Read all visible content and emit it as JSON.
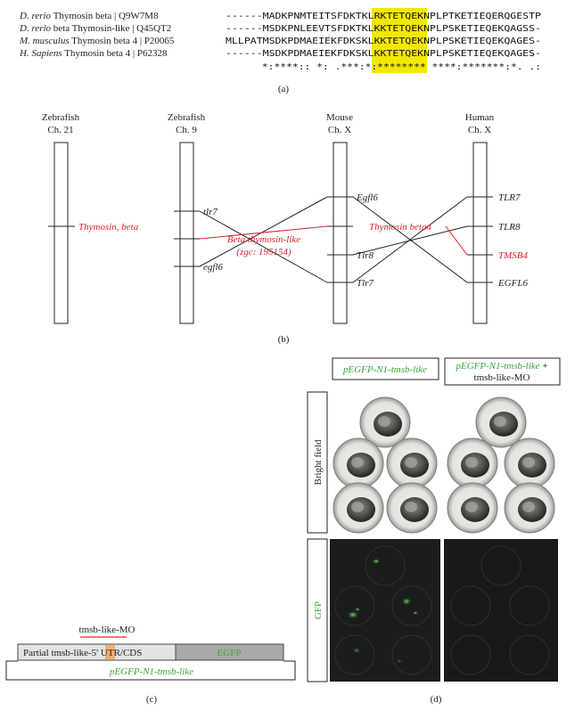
{
  "panel_labels": {
    "a": "(a)",
    "b": "(b)",
    "c": "(c)",
    "d": "(d)"
  },
  "alignment": {
    "rows": [
      {
        "species": "D. rerio",
        "desc": " Thymosin beta | Q9W7M8",
        "seq": "------MADKPNMTEITSFDKTKLRKTETQEKNPLPTKETIEQERQGESTP"
      },
      {
        "species": "D. rerio",
        "desc": " beta Thymosin-like | Q45QT2",
        "seq": "------MSDKPNLEEVTSFDKTKLKKTETQEKNPLPSKETIEQEKQAGSS-"
      },
      {
        "species": "M. musculus",
        "desc": " Thymosin beta 4 | P20065",
        "seq": "MLLPATMSDKPDMAEIEKFDKSKLKKTETQEKNPLPSKETIEQEKQAGES-"
      },
      {
        "species": "H. Sapiens",
        "desc": " Thymosin beta 4 | P62328",
        "seq": "------MSDKPDMAEIEKFDKSKLKKTETQEKNPLPSKETIEQEKQAGES-"
      }
    ],
    "consensus": "      *:****:: *: .***:*:******** ****:*******:*. .:",
    "highlight": {
      "start": 23,
      "end": 32,
      "color": "#f2e800"
    }
  },
  "synteny": {
    "chromosomes": [
      {
        "species": "Zebrafish",
        "chr": "Ch. 21"
      },
      {
        "species": "Zebrafish",
        "chr": "Ch. 9"
      },
      {
        "species": "Mouse",
        "chr": "Ch. X"
      },
      {
        "species": "Human",
        "chr": "Ch. X"
      }
    ],
    "genes": {
      "z21_thymosin": "Thymosin, beta",
      "z9_tlr7": "tlr7",
      "z9_btl": "Beta thymosin-like",
      "z9_btl_id": "(zgc: 195154)",
      "z9_egfl6": "egfl6",
      "m_egfl6": "Egfl6",
      "m_tmsb4": "Thymosin beta4",
      "m_tlr8": "Tlr8",
      "m_tlr7": "Tlr7",
      "h_tlr7": "TLR7",
      "h_tlr8": "TLR8",
      "h_tmsb4": "TMSB4",
      "h_egfl6": "EGFL6"
    },
    "highlight_color": "#e0212a"
  },
  "construct": {
    "mo_label": "tmsb-like-MO",
    "utr_label": "Partial tmsb-like-5' UTR/CDS",
    "egfp_label": "EGFP",
    "vector_label": "pEGFP-N1-tmsb-like"
  },
  "experiment": {
    "col1": "pEGFP-N1-tmsb-like",
    "col2_a": "pEGFP-N1-tmsb-like",
    "col2_plus": " +",
    "col2_b": "tmsb-like-MO",
    "row1": "Bright field",
    "row2": "GFP"
  },
  "colors": {
    "green": "#3aa63a",
    "red": "#e0212a",
    "yellow": "#f2e800"
  }
}
